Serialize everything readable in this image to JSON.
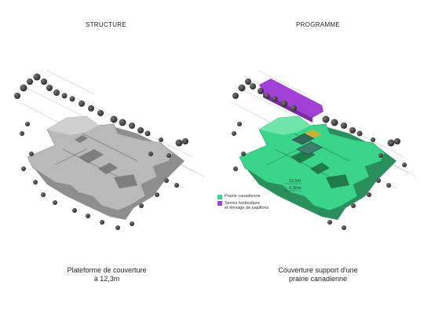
{
  "panels": {
    "left": {
      "title": "STRUCTURE",
      "caption_line1": "Plateforme de couverture",
      "caption_line2": "à 12,3m"
    },
    "right": {
      "title": "PROGRAMME",
      "caption_line1": "Couverture support d'une",
      "caption_line2": "prairie canadienne"
    }
  },
  "legend": {
    "items": [
      {
        "label": "Prairie canadienne",
        "color": "#3ad58a"
      },
      {
        "label": "Serres horticulture",
        "label2": "et élevage de papillons",
        "color": "#a23fd6"
      }
    ]
  },
  "levels": {
    "upper": "12,5m",
    "lower": "6,30m"
  },
  "colors": {
    "platform_grey": "#b7b7b7",
    "platform_dark": "#8e8e8e",
    "prairie_green": "#3ad58a",
    "greenhouse_purple": "#a23fd6",
    "tree_dark": "#3a3a3a"
  }
}
